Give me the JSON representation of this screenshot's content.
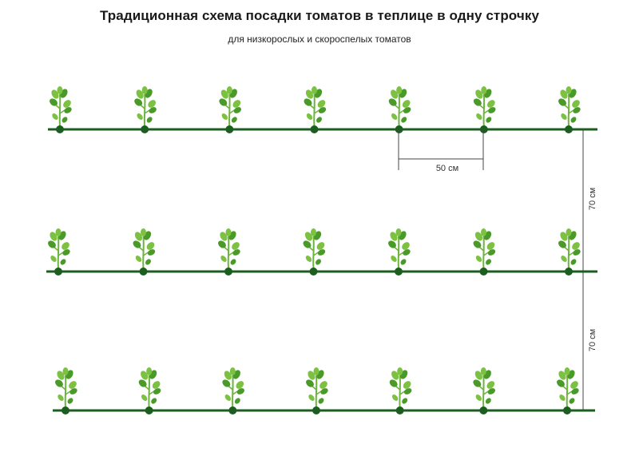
{
  "title": "Традиционная схема посадки томатов в теплице в одну строчку",
  "subtitle": "для низкорослых и скороспелых томатов",
  "rows": [
    {
      "plants": 7
    },
    {
      "plants": 7
    },
    {
      "plants": 7
    }
  ],
  "dimensions": {
    "plant_spacing": "50 см",
    "row_spacing_1": "70 см",
    "row_spacing_2": "70 см"
  },
  "colors": {
    "row_line": "#1b5e20",
    "plant_dot": "#1b5e20",
    "leaf": "#7cc142",
    "leaf_dark": "#4a9a2a",
    "stem": "#6db33f",
    "dimension_line": "#444444"
  }
}
